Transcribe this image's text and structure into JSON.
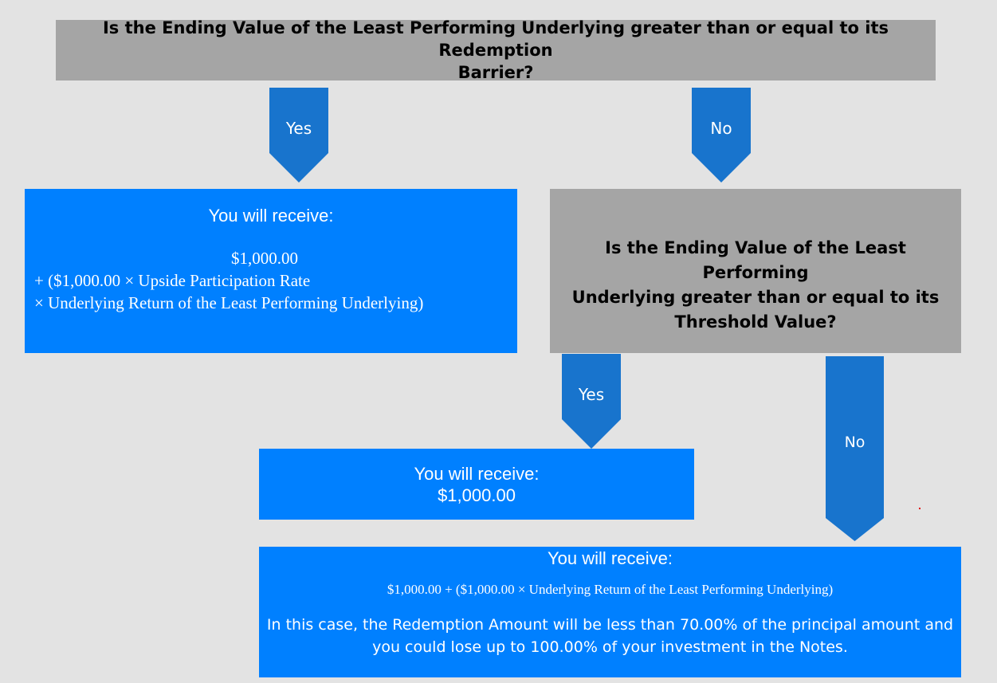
{
  "colors": {
    "gray_box": "#a5a5a5",
    "blue_box": "#0080ff",
    "arrow": "#1874cd",
    "background": "#e3e3e3"
  },
  "question1": {
    "line1": "Is the Ending Value of the Least Performing Underlying greater than or equal to its Redemption",
    "line2": "Barrier?"
  },
  "arrow_yes1": {
    "label": "Yes"
  },
  "arrow_no1": {
    "label": "No"
  },
  "outcome_upside": {
    "heading": "You will receive:",
    "line1": "$1,000.00",
    "line2": "+ ($1,000.00 × Upside Participation Rate",
    "line3": "× Underlying Return of the Least Performing Underlying)"
  },
  "question2": {
    "line1": "Is the Ending Value of the Least Performing",
    "line2": "Underlying greater than or equal to its",
    "line3": "Threshold Value?"
  },
  "arrow_yes2": {
    "label": "Yes"
  },
  "arrow_no2": {
    "label": "No"
  },
  "outcome_par": {
    "heading": "You will receive:",
    "amount": "$1,000.00"
  },
  "outcome_loss": {
    "heading": "You will receive:",
    "formula": "$1,000.00 + ($1,000.00 × Underlying Return of the Least Performing Underlying)",
    "note_line1": "In this case, the Redemption Amount will be less than 70.00% of the principal amount and",
    "note_line2": "you could lose up to 100.00% of your investment in the Notes."
  }
}
